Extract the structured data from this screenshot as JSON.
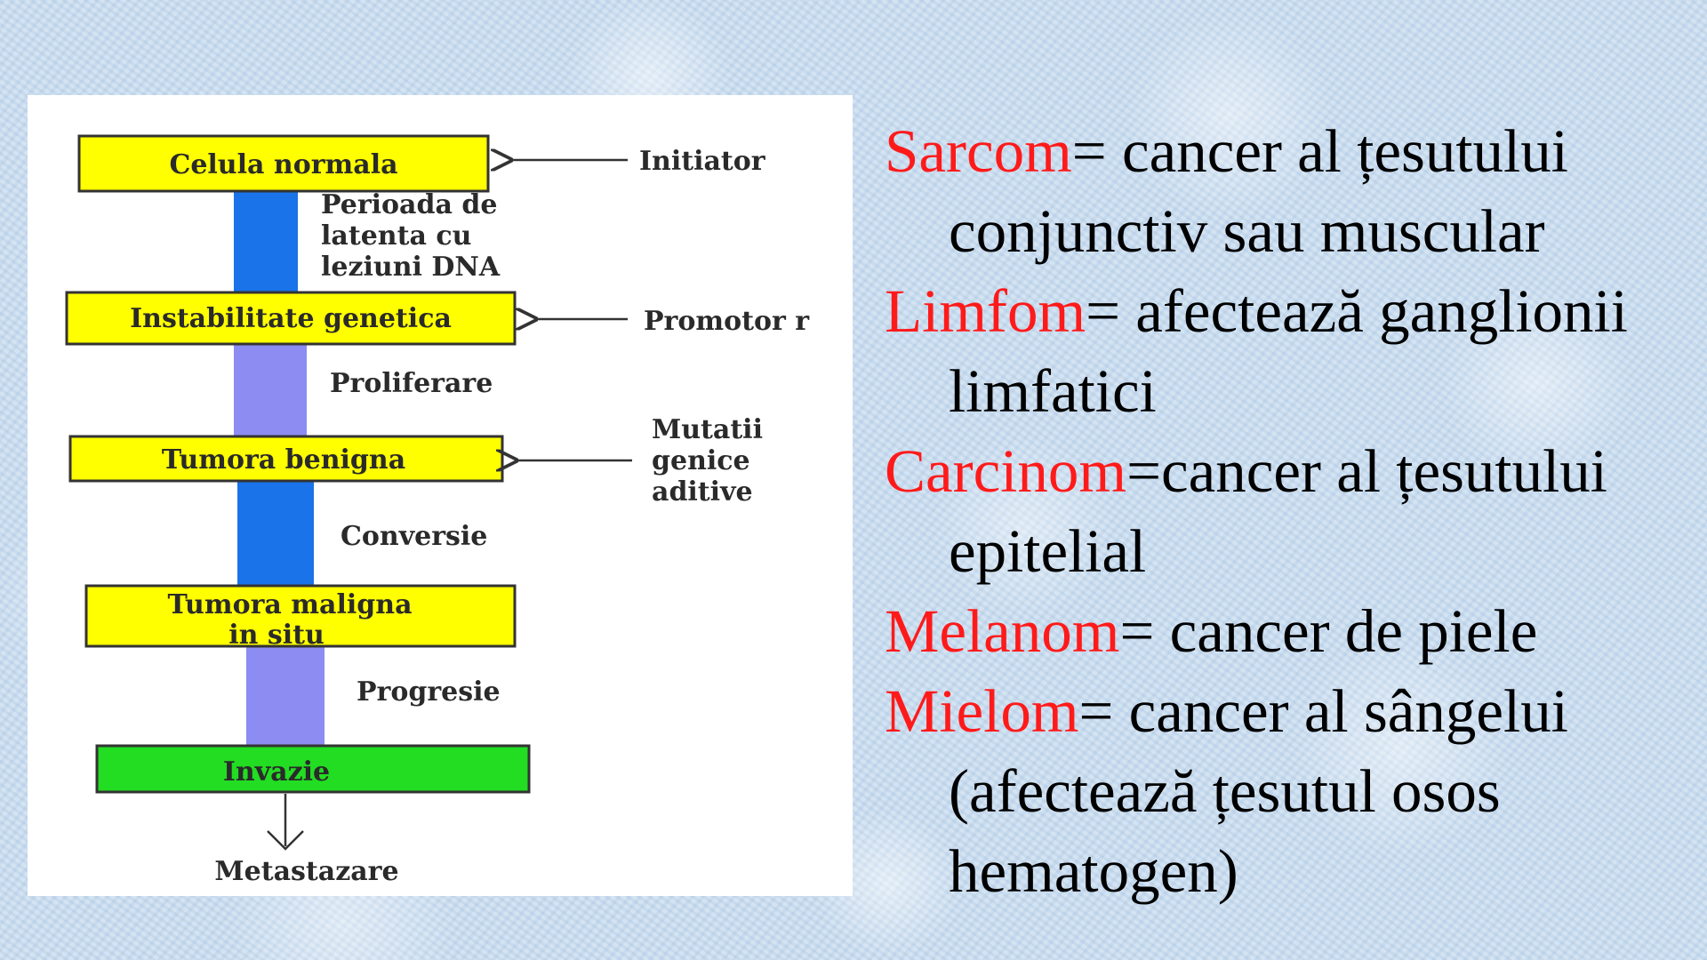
{
  "diagram": {
    "boxes": [
      {
        "key": "celula",
        "label": "Celula normala",
        "color": "#ffff00"
      },
      {
        "key": "instabilitate",
        "label": "Instabilitate genetica",
        "color": "#ffff00"
      },
      {
        "key": "benigna",
        "label": "Tumora benigna",
        "color": "#ffff00"
      },
      {
        "key": "maligna",
        "lines": [
          "Tumora maligna",
          "in situ"
        ],
        "color": "#ffff00"
      },
      {
        "key": "invazie",
        "label": "Invazie",
        "color": "#22dd22"
      }
    ],
    "stages": [
      {
        "lines": [
          "Perioada de",
          "latenta cu",
          "leziuni DNA"
        ],
        "bar_color": "#1a73e8"
      },
      {
        "lines": [
          "Proliferare"
        ],
        "bar_color": "#8c8cf2"
      },
      {
        "lines": [
          "Conversie"
        ],
        "bar_color": "#1a73e8"
      },
      {
        "lines": [
          "Progresie"
        ],
        "bar_color": "#8c8cf2"
      }
    ],
    "inputs": [
      {
        "lines": [
          "Initiator"
        ]
      },
      {
        "lines": [
          "Promotor r"
        ]
      },
      {
        "lines": [
          "Mutatii",
          "genice",
          "aditive"
        ]
      }
    ],
    "outcome": "Metastazare"
  },
  "definitions": [
    {
      "term": "Sarcom",
      "text": "= cancer al țesutului conjunctiv sau muscular"
    },
    {
      "term": "Limfom",
      "text": "= afectează ganglionii limfatici"
    },
    {
      "term": "Carcinom",
      "text": "=cancer al țesutului epitelial"
    },
    {
      "term": "Melanom",
      "text": "= cancer de piele"
    },
    {
      "term": "Mielom",
      "text": "= cancer al sângelui (afectează țesutul osos hematogen)"
    }
  ],
  "colors": {
    "term": "#ff1a1a",
    "text": "#000000",
    "box_yellow": "#ffff00",
    "box_green": "#22dd22"
  }
}
